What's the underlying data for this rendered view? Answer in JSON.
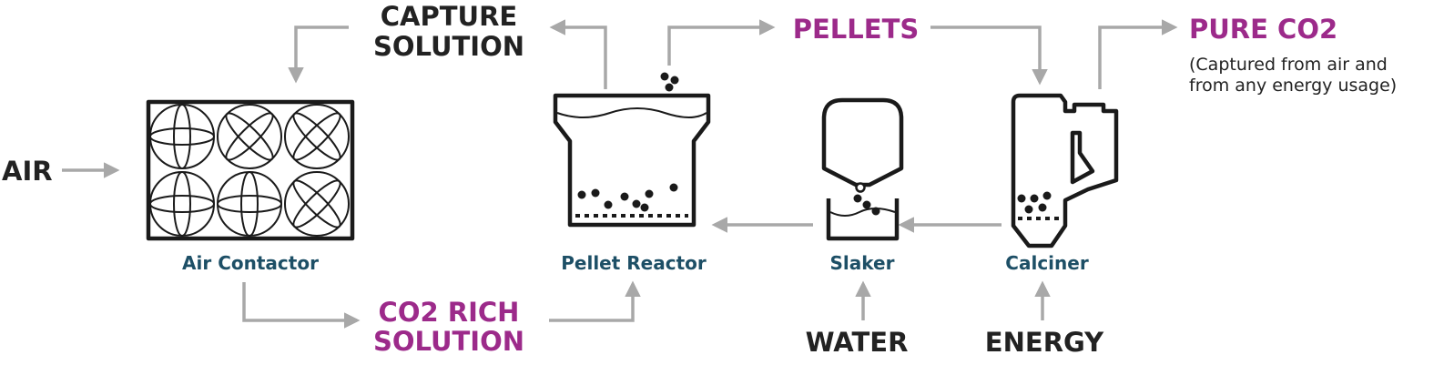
{
  "labels": {
    "air": "AIR",
    "capture_solution_line1": "CAPTURE",
    "capture_solution_line2": "SOLUTION",
    "pellets": "PELLETS",
    "pure_co2": "PURE CO2",
    "pure_co2_note_line1": "(Captured from air and",
    "pure_co2_note_line2": "from any energy usage)",
    "co2_rich_line1": "CO2 RICH",
    "co2_rich_line2": "SOLUTION",
    "water": "WATER",
    "energy": "ENERGY"
  },
  "units": {
    "air_contactor": "Air Contactor",
    "pellet_reactor": "Pellet Reactor",
    "slaker": "Slaker",
    "calciner": "Calciner"
  },
  "colors": {
    "text_dark": "#222222",
    "accent_magenta": "#9c2a8a",
    "unit_teal": "#1d4f66",
    "arrow_gray": "#a8a8a8"
  }
}
